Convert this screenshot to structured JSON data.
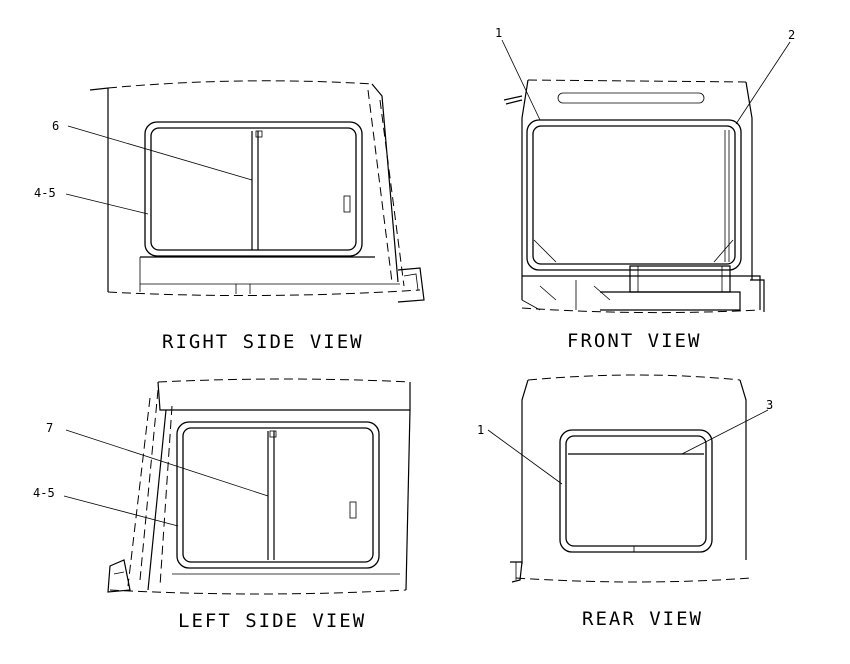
{
  "views": {
    "right_side": {
      "title": "RIGHT SIDE VIEW",
      "callouts": [
        "6",
        "4-5"
      ]
    },
    "front": {
      "title": "FRONT VIEW",
      "callouts": [
        "1",
        "2"
      ]
    },
    "left_side": {
      "title": "LEFT SIDE VIEW",
      "callouts": [
        "7",
        "4-5"
      ]
    },
    "rear": {
      "title": "REAR VIEW",
      "callouts": [
        "1",
        "3"
      ]
    }
  }
}
